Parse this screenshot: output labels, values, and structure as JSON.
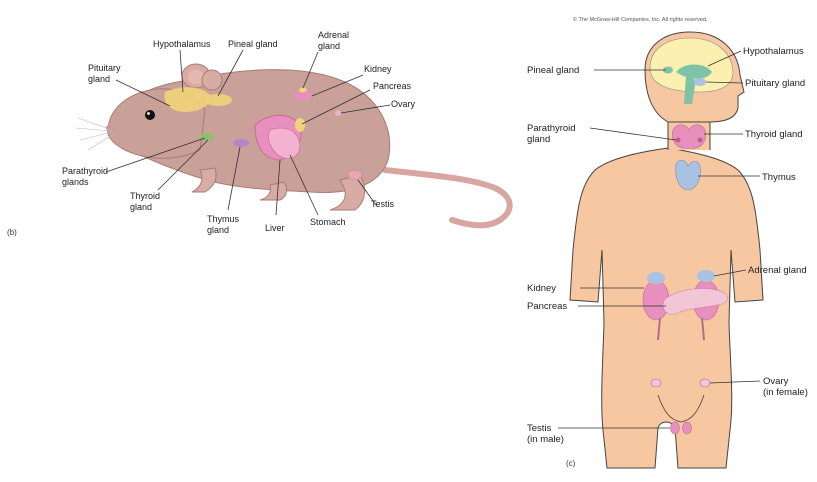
{
  "copyright": "© The McGraw-Hill Companies, Inc. All rights reserved.",
  "panels": {
    "rat": "(b)",
    "human": "(c)"
  },
  "rat_labels": {
    "hypothalamus": "Hypothalamus",
    "pineal": "Pineal gland",
    "adrenal_1": "Adrenal",
    "adrenal_2": "gland",
    "pituitary_1": "Pituitary",
    "pituitary_2": "gland",
    "kidney": "Kidney",
    "pancreas": "Pancreas",
    "ovary": "Ovary",
    "parathyroid_1": "Parathyroid",
    "parathyroid_2": "glands",
    "thyroid_1": "Thyroid",
    "thyroid_2": "gland",
    "thymus_1": "Thymus",
    "thymus_2": "gland",
    "liver": "Liver",
    "stomach": "Stomach",
    "testis": "Testis"
  },
  "human_labels": {
    "pineal": "Pineal gland",
    "hypothalamus": "Hypothalamus",
    "pituitary": "Pituitary gland",
    "parathyroid_1": "Parathyroid",
    "parathyroid_2": "gland",
    "thyroid": "Thyroid gland",
    "thymus": "Thymus",
    "adrenal": "Adrenal gland",
    "kidney": "Kidney",
    "pancreas": "Pancreas",
    "ovary_1": "Ovary",
    "ovary_2": "(in female)",
    "testis_1": "Testis",
    "testis_2": "(in male)"
  },
  "colors": {
    "rat_fur": "#c9a199",
    "human_skin": "#f6c7a0",
    "gland_yellow": "#f0d37a",
    "gland_pink": "#e78fbd",
    "gland_blue": "#a9c2e3",
    "gland_green": "#7fc3a6"
  }
}
